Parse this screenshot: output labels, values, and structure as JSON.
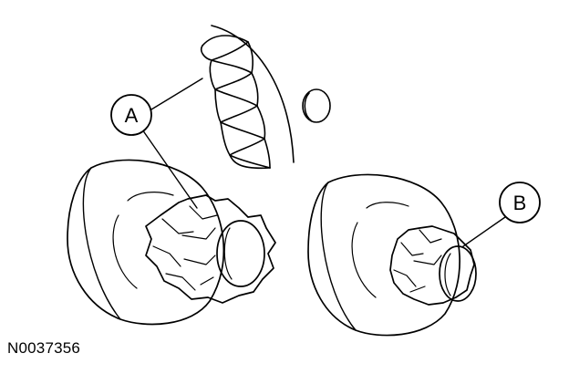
{
  "callouts": {
    "a": "A",
    "b": "B"
  },
  "figure_id": "N0037356",
  "colors": {
    "ink": "#000000",
    "paper": "#ffffff"
  }
}
